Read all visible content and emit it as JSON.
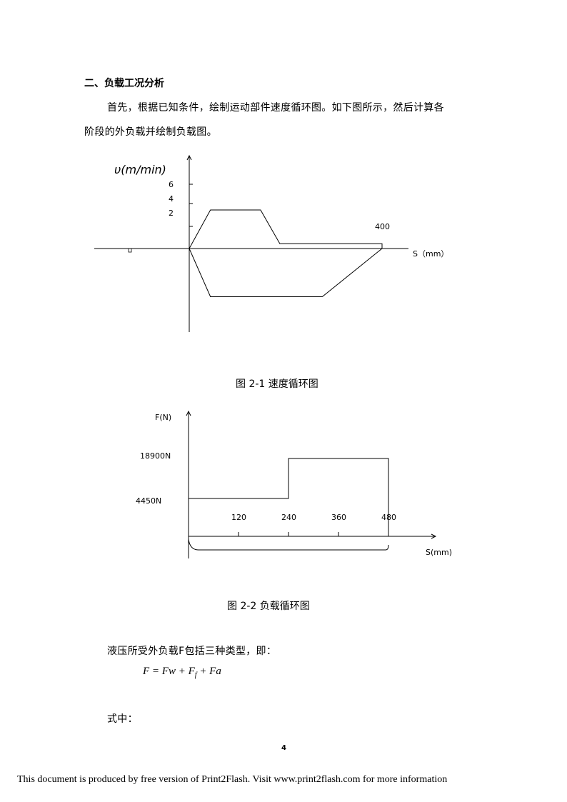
{
  "section": {
    "heading": "二、负载工况分析",
    "intro_line1": "首先，根据已知条件，绘制运动部件速度循环图。如下图所示，然后计算各",
    "intro_line2": "阶段的外负载并绘制负载图。"
  },
  "figure1": {
    "caption": "图 2-1  速度循环图",
    "chart_data": {
      "type": "line",
      "ylabel": "υ(m/min)",
      "xlabel": "S（mm）",
      "y_ticks": [
        "6",
        "4",
        "2"
      ],
      "annotations": [
        "400"
      ],
      "series": [
        {
          "values": [
            [
              0,
              0
            ],
            [
              0.11,
              4
            ],
            [
              0.37,
              4
            ],
            [
              0.47,
              0.5
            ],
            [
              1.0,
              0.5
            ],
            [
              1.0,
              0
            ]
          ]
        },
        {
          "values": [
            [
              0,
              0
            ],
            [
              0.11,
              -5
            ],
            [
              0.69,
              -5
            ],
            [
              1.0,
              0
            ]
          ]
        }
      ],
      "grid": false
    }
  },
  "figure2": {
    "caption": "图 2-2  负载循环图",
    "chart_data": {
      "type": "line",
      "ylabel": "F(N)",
      "xlabel": "S(mm)",
      "x_ticks": [
        "120",
        "240",
        "360",
        "480"
      ],
      "y_labels": [
        "18900N",
        "4450N"
      ],
      "series": [
        {
          "x": [
            0,
            240,
            240,
            480,
            480
          ],
          "y": [
            4450,
            4450,
            18900,
            18900,
            0
          ]
        }
      ],
      "xlim": [
        0,
        500
      ],
      "grid": false
    }
  },
  "body": {
    "load_text": "液压所受外负载F包括三种类型，即：",
    "formula": "F = Fw + F",
    "formula_sub": "f",
    "formula_tail": " + Fa",
    "where": "式中："
  },
  "page_number": "4",
  "footer": "This document is produced by free version of Print2Flash. Visit www.print2flash.com for more information"
}
